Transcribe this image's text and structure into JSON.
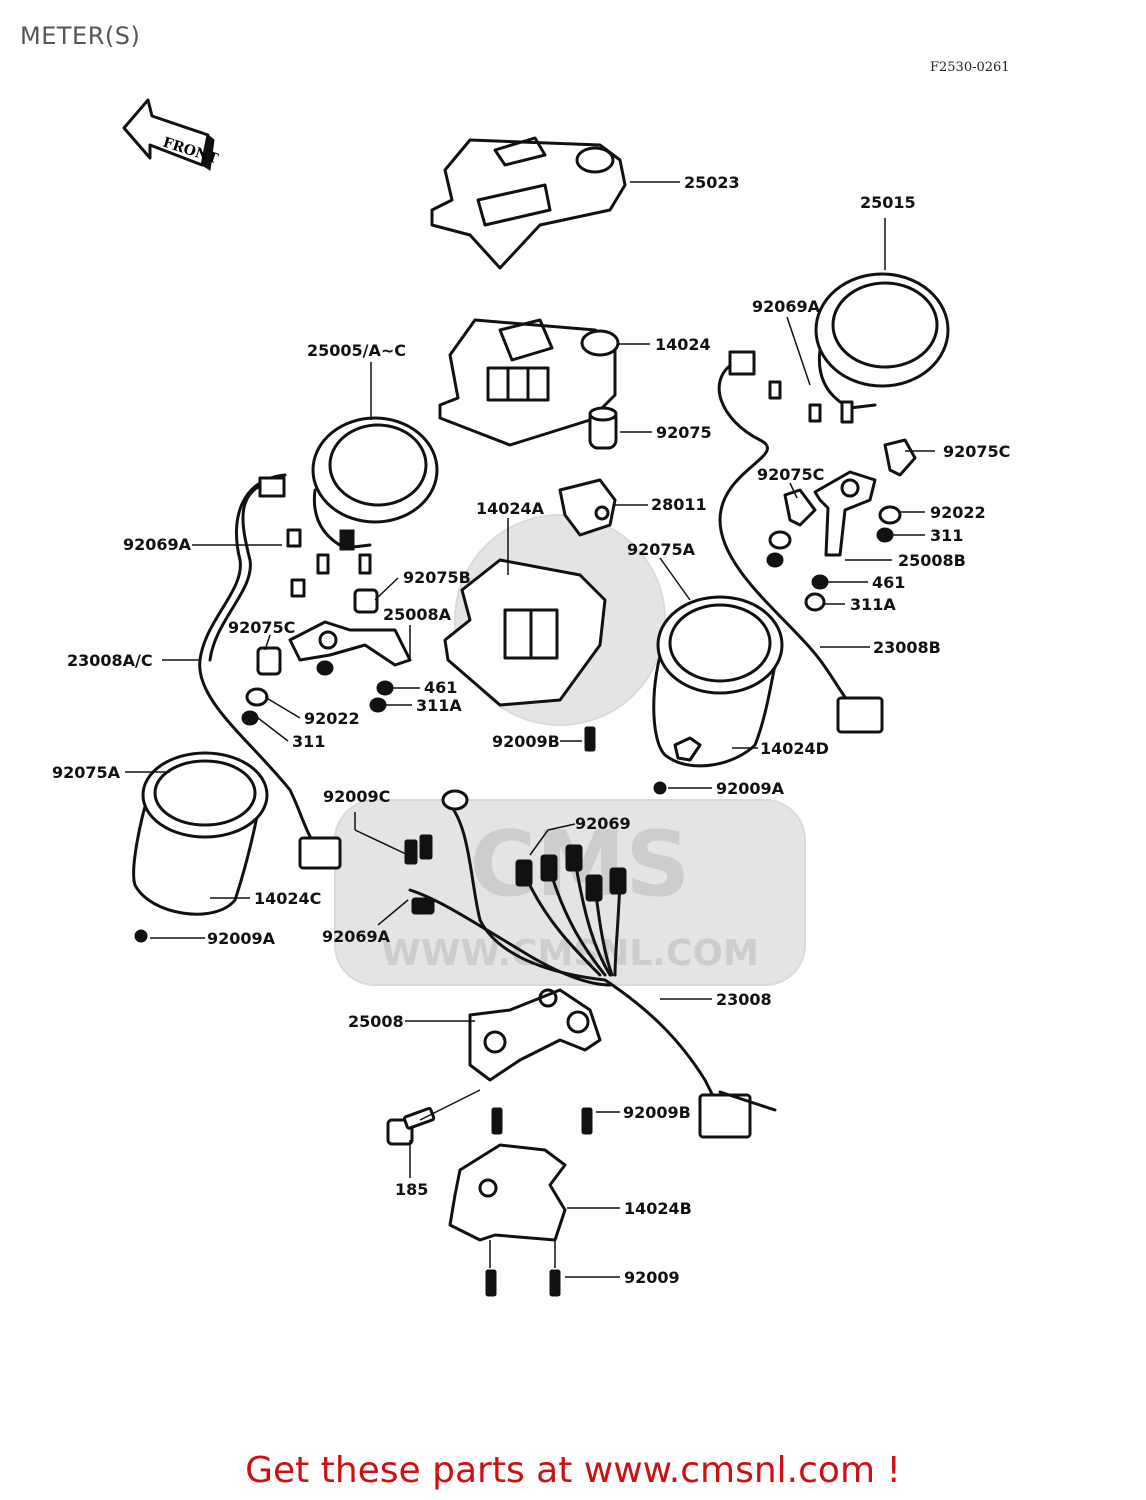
{
  "header": {
    "title": "METER(S)",
    "figure_code": "F2530-0261"
  },
  "front_arrow": {
    "label": "FRONT"
  },
  "watermark": {
    "logo_text": "CMS",
    "url_text": "WWW.CMSNL.COM"
  },
  "labels": [
    "25023",
    "25015",
    "92069A",
    "14024",
    "25005/A~C",
    "92075",
    "92075C",
    "92075C",
    "92022",
    "311",
    "25008B",
    "461",
    "311A",
    "14024A",
    "28011",
    "92075A",
    "92069A",
    "92075B",
    "25008A",
    "23008B",
    "92075C",
    "23008A/C",
    "461",
    "311A",
    "92022",
    "311",
    "92009B",
    "14024D",
    "92009A",
    "92075A",
    "92009C",
    "92069",
    "14024C",
    "92069A",
    "92009A",
    "23008",
    "25008",
    "92009B",
    "185",
    "14024B",
    "92009"
  ],
  "footer": {
    "cta": "Get these parts at www.cmsnl.com !",
    "color": "#cc1111"
  }
}
